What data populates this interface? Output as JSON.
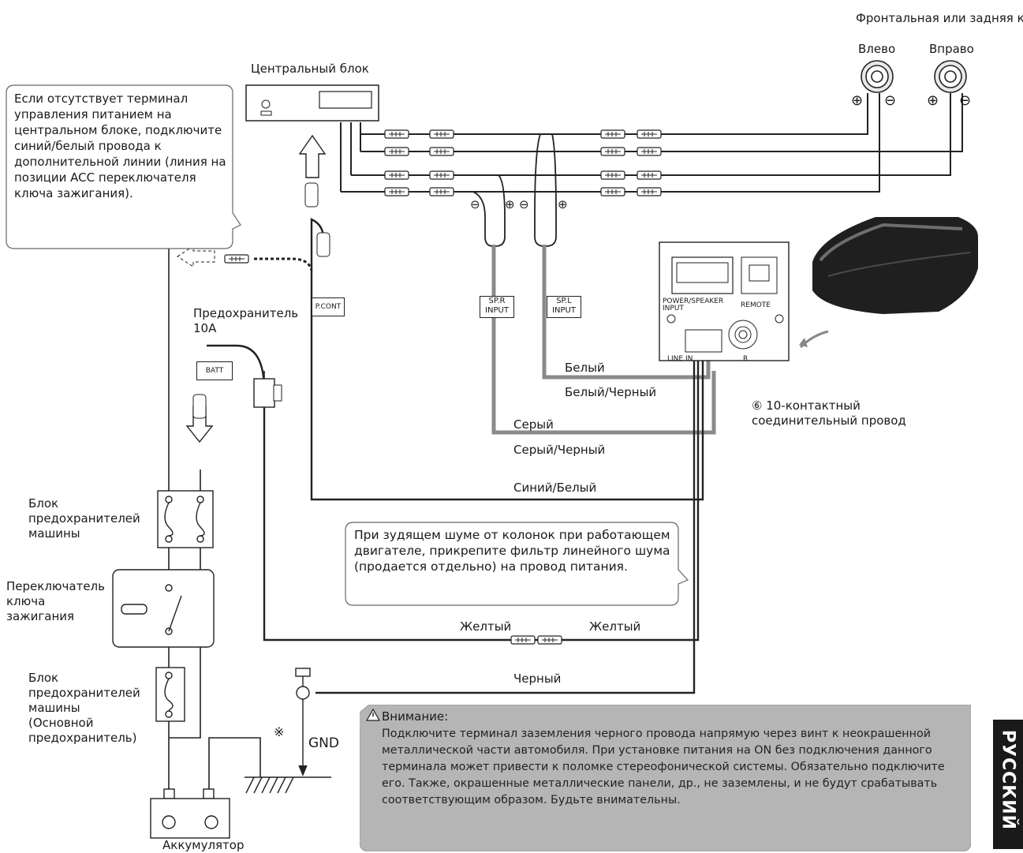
{
  "speaker": {
    "header": "Фронтальная или задняя колонка",
    "left": "Влево",
    "right": "Вправо",
    "plus": "⊕",
    "minus": "⊖"
  },
  "head_unit": "Центральный блок",
  "note_pcont": "Если отсутствует терминал управления питанием на центральном блоке, подключите синий/белый провода к дополнительной линии (линия на позиции ACC переключателя ключа зажигания).",
  "fuse_label": "Предохранитель 10A",
  "tags": {
    "pcont": "P.CONT",
    "batt": "BATT",
    "spr": "SP.R INPUT",
    "spl": "SP.L INPUT"
  },
  "amp_panel": {
    "power_speaker": "POWER/SPEAKER INPUT",
    "remote": "REMOTE",
    "line_in": "LINE IN",
    "r": "R"
  },
  "wires": {
    "white": "Белый",
    "white_black": "Белый/Черный",
    "gray": "Серый",
    "gray_black": "Серый/Черный",
    "blue_white": "Синий/Белый",
    "yellow_left": "Желтый",
    "yellow_right": "Желтый",
    "black": "Черный"
  },
  "connector_label": "⑥ 10-контактный соединительный провод",
  "note_noise": "При зудящем шуме от колонок при работающем двигателе, прикрепите фильтр линейного шума (продается отдельно) на провод питания.",
  "fuse_box_1": "Блок предохранителей машины",
  "ignition": "Переключатель ключа зажигания",
  "fuse_box_main": "Блок предохранителей машины (Основной предохранитель)",
  "battery": "Аккумулятор",
  "gnd": "GND",
  "asterisk": "※",
  "warning": {
    "title": "Внимание:",
    "body": "Подключите терминал заземления черного провода напрямую через винт к неокрашенной металлической части автомобиля. При установке питания на ON без подключения данного терминала может привести к поломке стереофонической системы. Обязательно подключите его. Также, окрашенные металлические панели, др., не заземлены, и не будут срабатывать соответствующим образом. Будьте внимательны."
  },
  "language_tab": "РУССКИЙ",
  "colors": {
    "gray_wire": "#8a8a8a",
    "warning_bg": "#b5b5b5",
    "tab_bg": "#1a1a1a"
  }
}
